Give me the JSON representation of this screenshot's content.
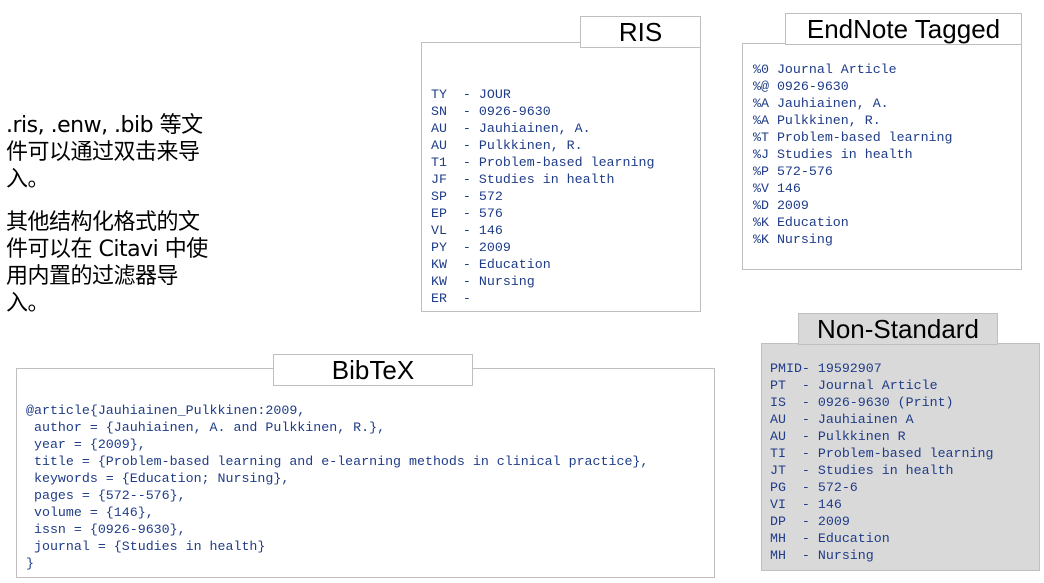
{
  "intro": {
    "paragraph1": ".ris, .enw, .bib 等文件可以通过双击来导入。",
    "paragraph2": "其他结构化格式的文件可以在 Citavi 中使用内置的过滤器导入。"
  },
  "ris": {
    "title": "RIS",
    "lines": [
      "TY  - JOUR",
      "SN  - 0926-9630",
      "AU  - Jauhiainen, A.",
      "AU  - Pulkkinen, R.",
      "T1  - Problem-based learning",
      "JF  - Studies in health",
      "SP  - 572",
      "EP  - 576",
      "VL  - 146",
      "PY  - 2009",
      "KW  - Education",
      "KW  - Nursing",
      "ER  -"
    ]
  },
  "endnote": {
    "title": "EndNote Tagged",
    "lines": [
      "%0 Journal Article",
      "%@ 0926-9630",
      "%A Jauhiainen, A.",
      "%A Pulkkinen, R.",
      "%T Problem-based learning",
      "%J Studies in health",
      "%P 572-576",
      "%V 146",
      "%D 2009",
      "%K Education",
      "%K Nursing"
    ]
  },
  "nonstandard": {
    "title": "Non-Standard",
    "lines": [
      "PMID- 19592907",
      "PT  - Journal Article",
      "IS  - 0926-9630 (Print)",
      "AU  - Jauhiainen A",
      "AU  - Pulkkinen R",
      "TI  - Problem-based learning",
      "JT  - Studies in health",
      "PG  - 572-6",
      "VI  - 146",
      "DP  - 2009",
      "MH  - Education",
      "MH  - Nursing"
    ]
  },
  "bibtex": {
    "title": "BibTeX",
    "lines": [
      "@article{Jauhiainen_Pulkkinen:2009,",
      " author = {Jauhiainen, A. and Pulkkinen, R.},",
      " year = {2009},",
      " title = {Problem-based learning and e-learning methods in clinical practice},",
      " keywords = {Education; Nursing},",
      " pages = {572--576},",
      " volume = {146},",
      " issn = {0926-9630},",
      " journal = {Studies in health}",
      "}"
    ]
  },
  "colors": {
    "code_text": "#1f3c88",
    "border": "#bfbfbf",
    "nonstandard_bg": "#d9d9d9"
  }
}
